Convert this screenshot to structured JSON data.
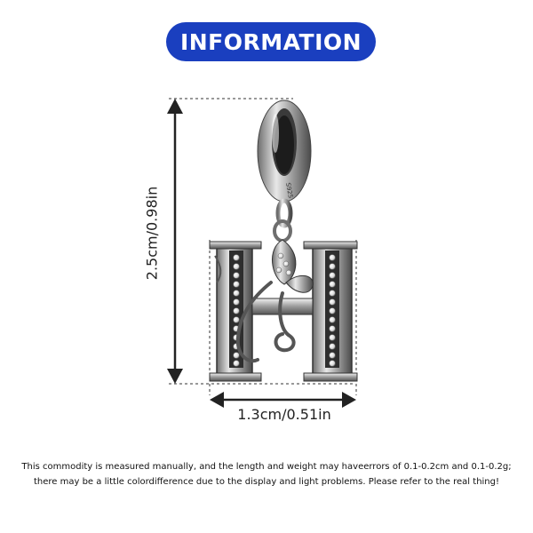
{
  "header": {
    "title": "INFORMATION",
    "color": "#1a3fbf"
  },
  "dimensions": {
    "height_label": "2.5cm/0.98in",
    "width_label": "1.3cm/0.51in"
  },
  "product": {
    "stamp": "S925",
    "letter": "H"
  },
  "disclaimer": {
    "line1": "This commodity is measured manually, and the length and weight may haveerrors of 0.1-0.2cm and 0.1-0.2g;",
    "line2": "there may be a little colordifference due to the display and light problems. Please refer to the real thing!"
  }
}
